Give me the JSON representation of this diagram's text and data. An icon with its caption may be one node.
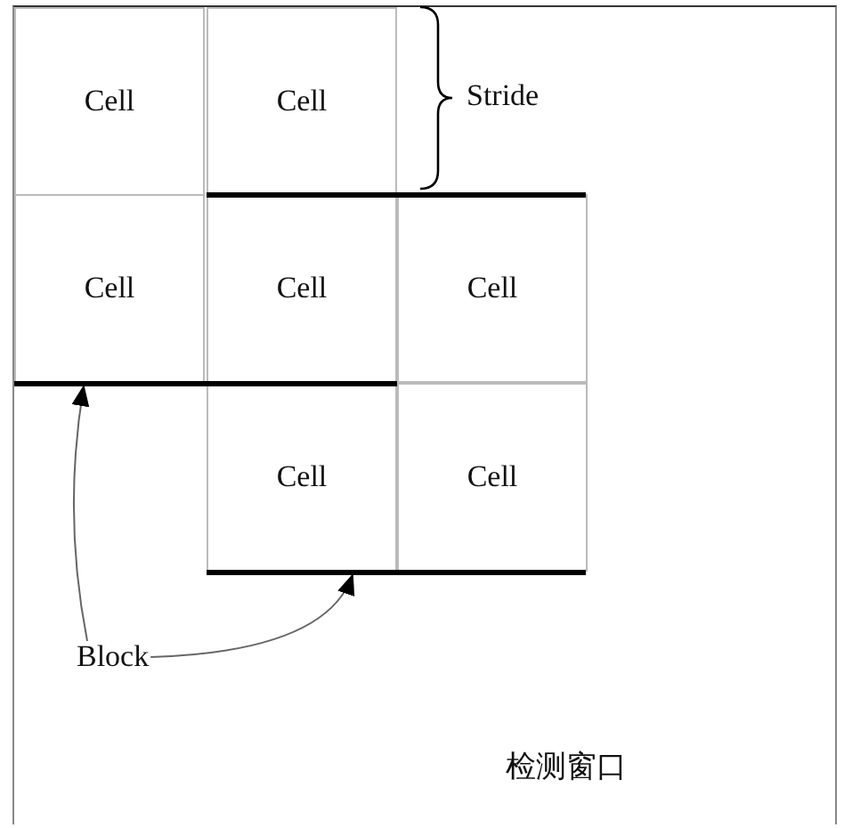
{
  "diagram": {
    "nodes": [
      {
        "text": [
          "检测窗口"
        ]
      },
      {
        "text": [
          "Cell"
        ],
        "in": 0
      },
      {
        "text": [
          "Cell"
        ],
        "in": 0
      },
      {
        "text": [
          "Cell"
        ],
        "in": 0
      },
      {
        "text": [
          "Cell"
        ],
        "in": 0
      },
      {
        "text": [
          "Cell"
        ],
        "in": 0
      },
      {
        "text": [
          "Cell"
        ],
        "in": 0
      },
      {
        "text": [
          "Cell"
        ],
        "in": 0
      },
      {
        "text": [
          "Block"
        ],
        "in": 0
      },
      {
        "text": [],
        "shape": "bar",
        "in": 0
      },
      {
        "text": [],
        "shape": "bar",
        "in": 0
      },
      {
        "text": [],
        "shape": "bar",
        "in": 0
      }
    ],
    "edges": [
      {
        "from": 8,
        "to": 10,
        "arrow": "to"
      },
      {
        "from": 8,
        "to": 11,
        "arrow": "to"
      }
    ],
    "labels": [
      "Stride"
    ]
  }
}
